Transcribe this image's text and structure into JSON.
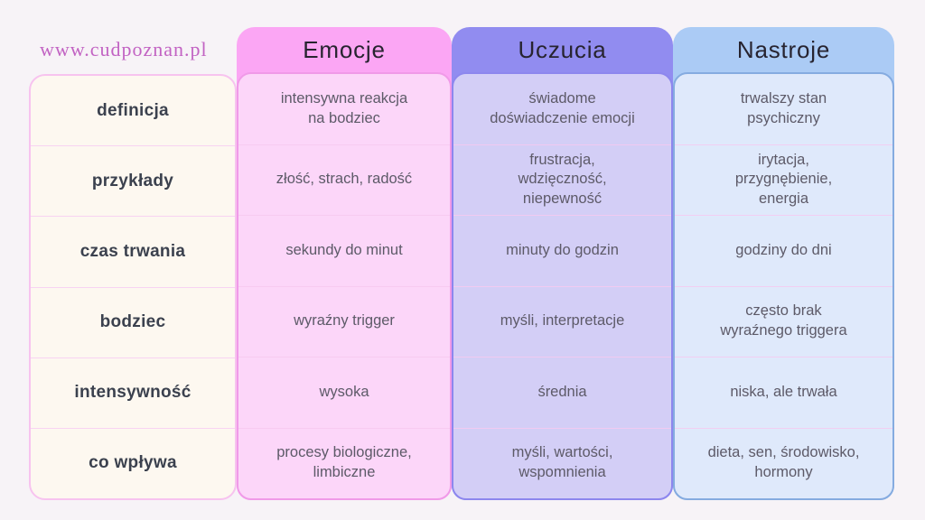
{
  "page": {
    "watermark": "www.cudpoznan.pl"
  },
  "colors": {
    "page_background": "#f7f3f7",
    "watermark_text": "#c263c3",
    "labels_card_bg": "#fdf8f0",
    "labels_card_border": "#f7c3ef",
    "emocje_header": "#fba6f4",
    "emocje_body": "#fcd6f9",
    "emocje_border": "#f09ae8",
    "uczucia_header": "#918cf0",
    "uczucia_body": "#d3cef6",
    "uczucia_border": "#8d87ee",
    "nastroje_header": "#abcbf5",
    "nastroje_body": "#dfe9fb",
    "nastroje_border": "#85abe0"
  },
  "table": {
    "col_headers": [
      "Emocje",
      "Uczucia",
      "Nastroje"
    ],
    "rows": [
      {
        "label": "definicja",
        "cells": [
          [
            "intensywna reakcja",
            "na bodziec"
          ],
          [
            "świadome",
            "doświadczenie emocji"
          ],
          [
            "trwalszy stan",
            "psychiczny"
          ]
        ]
      },
      {
        "label": "przykłady",
        "cells": [
          "złość, strach, radość",
          [
            "frustracja,",
            "wdzięczność,",
            "niepewność"
          ],
          [
            "irytacja,",
            "przygnębienie,",
            "energia"
          ]
        ]
      },
      {
        "label": "czas trwania",
        "cells": [
          "sekundy do minut",
          "minuty do godzin",
          "godziny do dni"
        ]
      },
      {
        "label": "bodziec",
        "cells": [
          "wyraźny trigger",
          "myśli, interpretacje",
          [
            "często brak",
            "wyraźnego triggera"
          ]
        ]
      },
      {
        "label": "intensywność",
        "cells": [
          "wysoka",
          "średnia",
          "niska, ale trwała"
        ]
      },
      {
        "label": "co wpływa",
        "cells": [
          [
            "procesy biologiczne,",
            "limbiczne"
          ],
          [
            "myśli, wartości,",
            "wspomnienia"
          ],
          [
            "dieta, sen, środowisko,",
            "hormony"
          ]
        ]
      }
    ]
  },
  "chart_data": {
    "type": "table",
    "title": "",
    "columns": [
      "",
      "Emocje",
      "Uczucia",
      "Nastroje"
    ],
    "rows": [
      [
        "definicja",
        "intensywna reakcja na bodziec",
        "świadome doświadczenie emocji",
        "trwalszy stan psychiczny"
      ],
      [
        "przykłady",
        "złość, strach, radość",
        "frustracja, wdzięczność, niepewność",
        "irytacja, przygnębienie, energia"
      ],
      [
        "czas trwania",
        "sekundy do minut",
        "minuty do godzin",
        "godziny do dni"
      ],
      [
        "bodziec",
        "wyraźny trigger",
        "myśli, interpretacje",
        "często brak wyraźnego triggera"
      ],
      [
        "intensywność",
        "wysoka",
        "średnia",
        "niska, ale trwała"
      ],
      [
        "co wpływa",
        "procesy biologiczne, limbiczne",
        "myśli, wartości, wspomnienia",
        "dieta, sen, środowisko, hormony"
      ]
    ]
  }
}
